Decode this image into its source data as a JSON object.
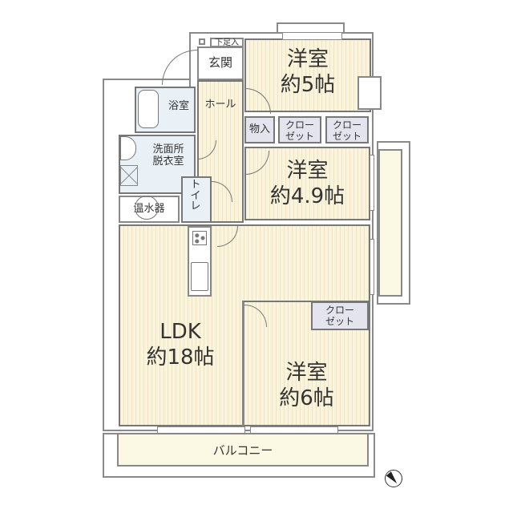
{
  "floorplan": {
    "rooms": {
      "western_room_1": {
        "name": "洋室",
        "size": "約5帖"
      },
      "western_room_2": {
        "name": "洋室",
        "size": "約4.9帖"
      },
      "western_room_3": {
        "name": "洋室",
        "size": "約6帖"
      },
      "ldk": {
        "name": "LDK",
        "size": "約18帖"
      },
      "entrance": {
        "name": "玄関"
      },
      "shoe_storage": {
        "name": "下足入"
      },
      "hall": {
        "name": "ホール"
      },
      "bathroom": {
        "name": "浴室"
      },
      "washroom": {
        "name": "洗面所\n脱衣室"
      },
      "toilet": {
        "name": "トイレ"
      },
      "water_heater": {
        "name": "温水器"
      },
      "storage": {
        "name": "物入"
      },
      "closet_1": {
        "name": "クロー\nゼット"
      },
      "closet_2": {
        "name": "クロー\nゼット"
      },
      "closet_3": {
        "name": "クロー\nゼット"
      },
      "balcony": {
        "name": "バルコニー"
      }
    },
    "colors": {
      "wood_floor": "#fbf4dc",
      "tile_floor": "#e9f0f6",
      "closet_floor": "#e4e4ee",
      "balcony_floor": "#fbf8e4",
      "wall": "#777777"
    },
    "compass": {
      "icon": "north-arrow-icon"
    }
  }
}
